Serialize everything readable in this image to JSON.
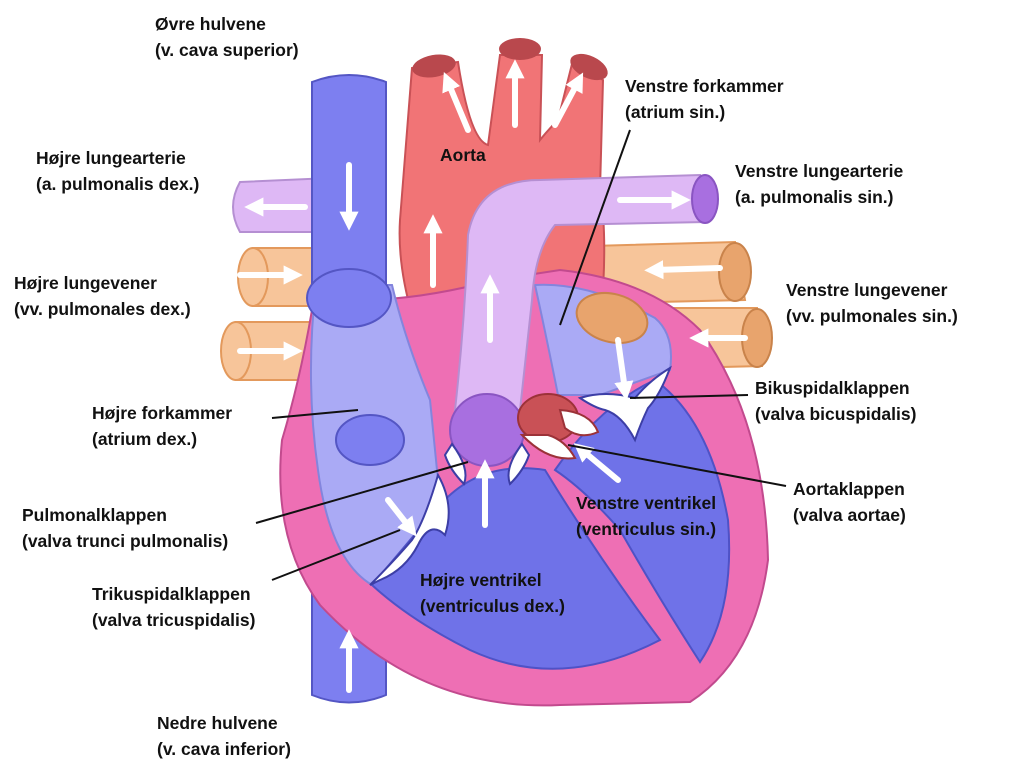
{
  "labels": {
    "superior_vena_cava": {
      "name": "Øvre hulvene",
      "latin": "(v. cava superior)"
    },
    "right_pulmonary_artery": {
      "name": "Højre lungearterie",
      "latin": "(a. pulmonalis dex.)"
    },
    "right_pulmonary_veins": {
      "name": "Højre lungevener",
      "latin": "(vv. pulmonales dex.)"
    },
    "right_atrium": {
      "name": "Højre forkammer",
      "latin": "(atrium dex.)"
    },
    "pulmonary_valve": {
      "name": "Pulmonalklappen",
      "latin": "(valva trunci pulmonalis)"
    },
    "tricuspid_valve": {
      "name": "Trikuspidalklappen",
      "latin": "(valva tricuspidalis)"
    },
    "inferior_vena_cava": {
      "name": "Nedre hulvene",
      "latin": "(v. cava inferior)"
    },
    "aorta": {
      "name": "Aorta"
    },
    "left_atrium": {
      "name": "Venstre forkammer",
      "latin": "(atrium sin.)"
    },
    "left_pulmonary_artery": {
      "name": "Venstre lungearterie",
      "latin": "(a. pulmonalis sin.)"
    },
    "left_pulmonary_veins": {
      "name": "Venstre lungevener",
      "latin": "(vv. pulmonales sin.)"
    },
    "bicuspid_valve": {
      "name": "Bikuspidalklappen",
      "latin": "(valva bicuspidalis)"
    },
    "aortic_valve": {
      "name": "Aortaklappen",
      "latin": "(valva aortae)"
    },
    "left_ventricle": {
      "name": "Venstre ventrikel",
      "latin": "(ventriculus sin.)"
    },
    "right_ventricle": {
      "name": "Højre ventrikel",
      "latin": "(ventriculus dex.)"
    }
  },
  "colors": {
    "myocardium": "#ee6fb4",
    "vena_cava": "#7d7ff0",
    "right_chambers": "#aaaaf5",
    "ventricle_dark": "#6f72e8",
    "aorta": "#f17476",
    "aorta_rim": "#b9484d",
    "pulmonary_artery": "#deb8f5",
    "pulmonary_vein": "#f7c59a",
    "pulmonary_vein_rim": "#e3995c",
    "flow_arrow": "#ffffff",
    "leader_line": "#111111"
  }
}
